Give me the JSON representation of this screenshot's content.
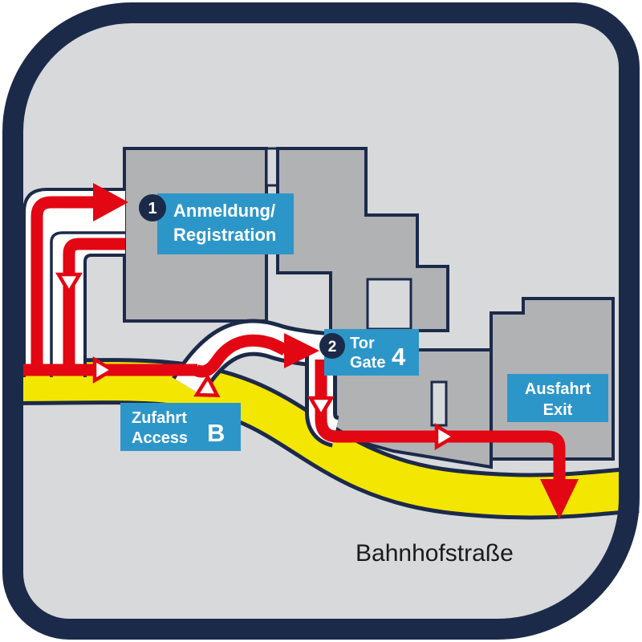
{
  "map": {
    "street_name": "Bahnhofstraße",
    "labels": {
      "registration": {
        "badge": "1",
        "line1": "Anmeldung/",
        "line2": "Registration"
      },
      "gate": {
        "badge": "2",
        "line1": "Tor",
        "line2": "Gate",
        "number": "4"
      },
      "access": {
        "line1": "Zufahrt",
        "line2": "Access",
        "letter": "B"
      },
      "exit": {
        "line1": "Ausfahrt",
        "line2": "Exit"
      }
    },
    "icons": {
      "route_arrowhead": "solid-red-arrowhead",
      "lane_arrowhead": "open-white-arrowhead"
    },
    "colors": {
      "navy": "#1c2a4a",
      "red": "#e30613",
      "yellow": "#f3e600",
      "label_blue": "#2d96c9",
      "building_gray": "#b1b2b4",
      "background_gray": "#d8d9db"
    }
  }
}
